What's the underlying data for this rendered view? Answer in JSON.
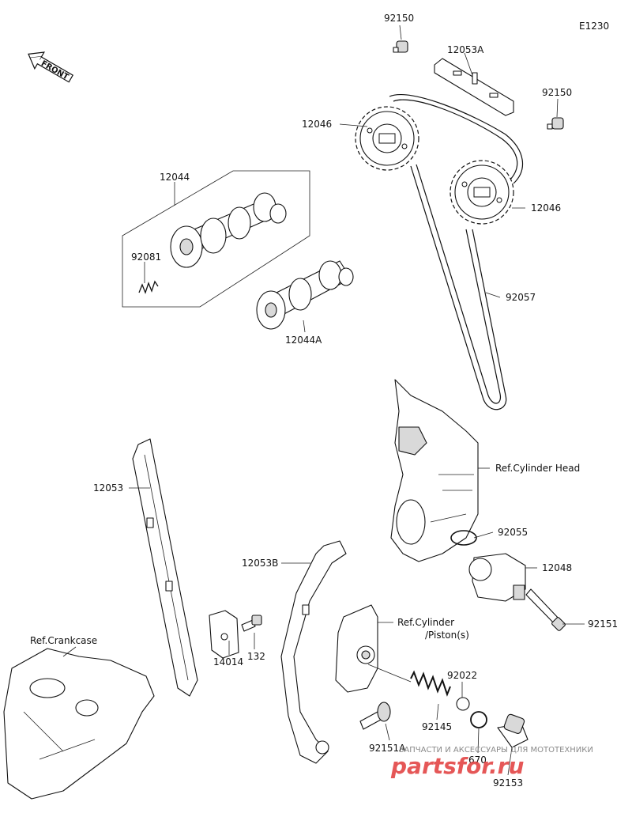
{
  "diagram_code": "E1230",
  "front_label": "FRONT",
  "labels": {
    "l92150a": "92150",
    "l12053A": "12053A",
    "l92150b": "92150",
    "l12046a": "12046",
    "l12044": "12044",
    "l12046b": "12046",
    "l92081": "92081",
    "l92057": "92057",
    "l12044A": "12044A",
    "cyl_head": "Ref.Cylinder Head",
    "l12053": "12053",
    "l92055": "92055",
    "l12053B": "12053B",
    "l12048": "12048",
    "cyl_piston_1": "Ref.Cylinder",
    "cyl_piston_2": "/Piston(s)",
    "l92151": "92151",
    "crankcase": "Ref.Crankcase",
    "l132": "132",
    "l14014": "14014",
    "l92022": "92022",
    "l92145": "92145",
    "l92151A": "92151A",
    "l670": "670",
    "l92153": "92153"
  },
  "watermark": {
    "top": "ЗАПЧАСТИ И АКСЕССУАРЫ ДЛЯ МОТОТЕХНИКИ",
    "logo": "partsfor.ru"
  },
  "colors": {
    "line": "#111111",
    "watermark_red": "#e03a3a",
    "watermark_gray": "#8a8a8a"
  }
}
